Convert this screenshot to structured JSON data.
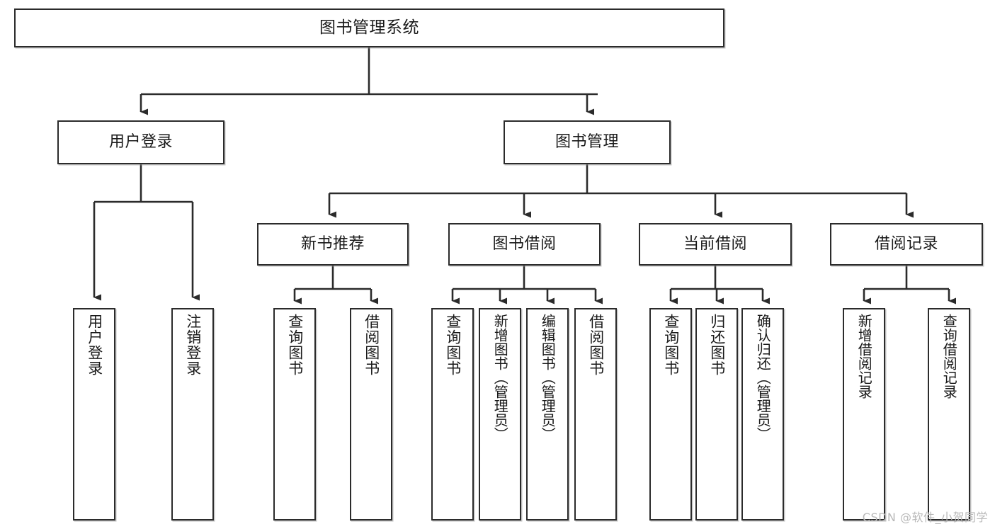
{
  "diagram": {
    "title": "图书管理系统",
    "type": "tree-hierarchy",
    "watermark": "CSDN @软件_小贺同学",
    "colors": {
      "background": "#ffffff",
      "node_border": "#2b2b2b",
      "node_fill": "#ffffff",
      "edge": "#2b2b2b",
      "text": "#1a1a1a",
      "watermark": "#b9b9b9"
    },
    "root": {
      "id": "root",
      "label": "图书管理系统"
    },
    "level2": [
      {
        "id": "user-login",
        "label": "用户登录"
      },
      {
        "id": "book-manage",
        "label": "图书管理"
      }
    ],
    "level3": [
      {
        "id": "new-book-recommend",
        "label": "新书推荐",
        "parent": "book-manage"
      },
      {
        "id": "book-borrow",
        "label": "图书借阅",
        "parent": "book-manage"
      },
      {
        "id": "current-borrow",
        "label": "当前借阅",
        "parent": "book-manage"
      },
      {
        "id": "borrow-record",
        "label": "借阅记录",
        "parent": "book-manage"
      }
    ],
    "leaves": {
      "user_login": [
        {
          "id": "leaf-user-login",
          "label": "用户登录"
        },
        {
          "id": "leaf-user-logout",
          "label": "注销登录"
        }
      ],
      "new_book_recommend": [
        {
          "id": "leaf-query-book-1",
          "label": "查询图书"
        },
        {
          "id": "leaf-borrow-book-1",
          "label": "借阅图书"
        }
      ],
      "book_borrow": [
        {
          "id": "leaf-query-book-2",
          "label": "查询图书"
        },
        {
          "id": "leaf-add-book",
          "label": "新增图书（管理员）"
        },
        {
          "id": "leaf-edit-book",
          "label": "编辑图书（管理员）"
        },
        {
          "id": "leaf-borrow-book-2",
          "label": "借阅图书"
        }
      ],
      "current_borrow": [
        {
          "id": "leaf-query-book-3",
          "label": "查询图书"
        },
        {
          "id": "leaf-return-book",
          "label": "归还图书"
        },
        {
          "id": "leaf-confirm-return",
          "label": "确认归还（管理员）"
        }
      ],
      "borrow_record": [
        {
          "id": "leaf-add-record",
          "label": "新增借阅记录"
        },
        {
          "id": "leaf-query-record",
          "label": "查询借阅记录"
        }
      ]
    }
  }
}
